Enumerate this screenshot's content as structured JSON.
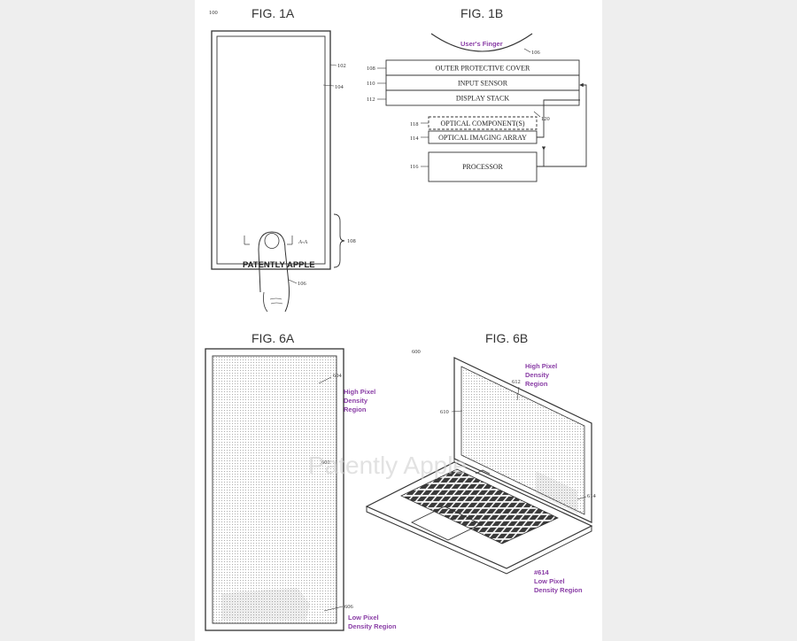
{
  "figures": {
    "fig1a": {
      "title": "FIG. 1A",
      "ref_100": "100",
      "ref_102": "102",
      "ref_104": "104",
      "ref_108": "108",
      "ref_106": "106",
      "section_label": "A-A",
      "watermark": "PATENTLY APPLE"
    },
    "fig1b": {
      "title": "FIG. 1B",
      "finger_label": "User's Finger",
      "ref_finger": "106",
      "layers": [
        {
          "ref": "108",
          "label": "OUTER PROTECTIVE COVER"
        },
        {
          "ref": "110",
          "label": "INPUT SENSOR"
        },
        {
          "ref": "112",
          "label": "DISPLAY STACK"
        },
        {
          "ref": "118",
          "label": "OPTICAL COMPONENT(S)"
        },
        {
          "ref": "114",
          "label": "OPTICAL IMAGING ARRAY"
        },
        {
          "ref": "116",
          "label": "PROCESSOR"
        }
      ],
      "ref_120": "120"
    },
    "fig6a": {
      "title": "FIG. 6A",
      "ref_604": "604",
      "high_label_1": "High Pixel",
      "high_label_2": "Density",
      "high_label_3": "Region",
      "ref_602": "602",
      "ref_606": "606",
      "low_label_1": "Low Pixel",
      "low_label_2": "Density Region"
    },
    "fig6b": {
      "title": "FIG. 6B",
      "ref_600": "600",
      "ref_612": "612",
      "ref_610": "610",
      "ref_614": "614",
      "high_label_1": "High Pixel",
      "high_label_2": "Density",
      "high_label_3": "Region",
      "low_ref": "#614",
      "low_label_1": "Low Pixel",
      "low_label_2": "Density Region"
    }
  },
  "watermark_text": "Patently Apple",
  "colors": {
    "label_purple": "#8a3ea6",
    "ink": "#333333",
    "background": "#eeeeee"
  }
}
